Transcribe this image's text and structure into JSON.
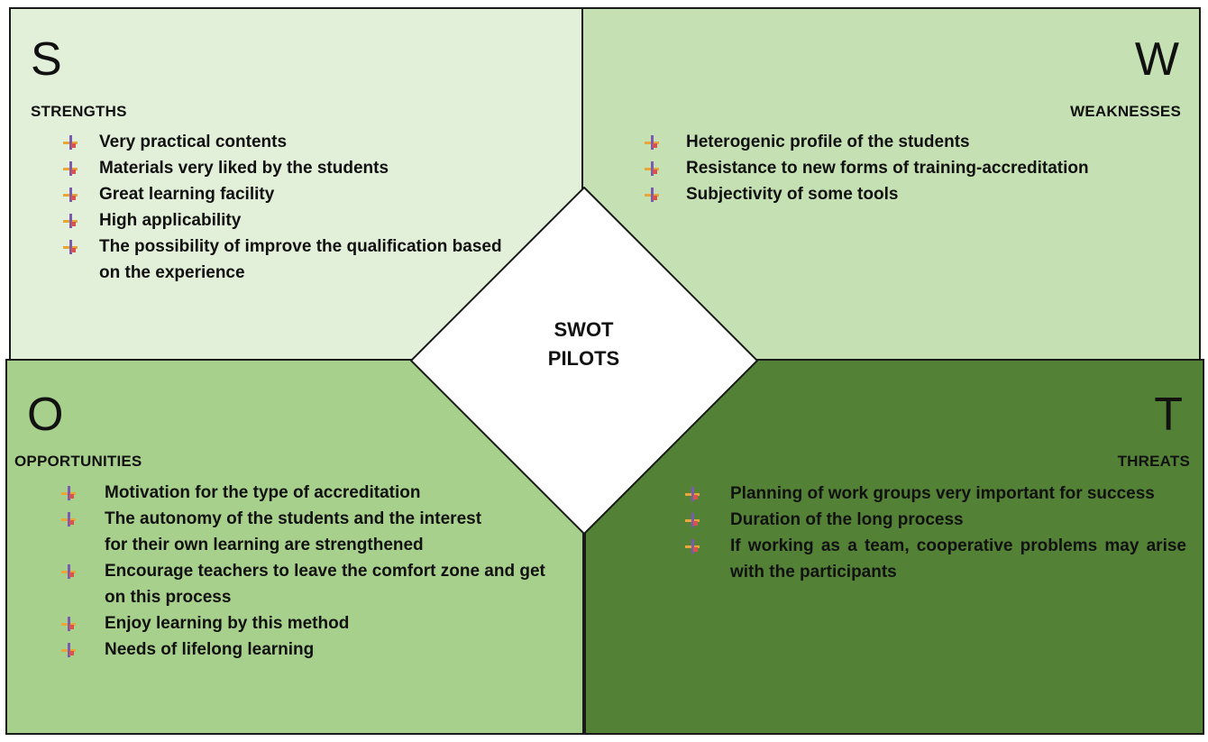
{
  "quadrants": {
    "strengths": {
      "letter": "S",
      "heading": "STRENGTHS",
      "items": [
        "Very practical contents",
        "Materials very liked by the students",
        "Great learning facility",
        "High applicability",
        "The possibility of improve the qualification based on the experience"
      ],
      "color": "#e2efd9"
    },
    "weaknesses": {
      "letter": "W",
      "heading": "WEAKNESSES",
      "items": [
        "Heterogenic profile of the students",
        "Resistance to new forms of training-accreditation",
        "Subjectivity of some tools"
      ],
      "color": "#c5e0b3"
    },
    "opportunities": {
      "letter": "O",
      "heading": "OPPORTUNITIES",
      "items": [
        "Motivation for the type of accreditation",
        "The autonomy of the students and the interest for their own learning are strengthened",
        "Encourage teachers to leave the comfort zone and get on this process",
        "Enjoy learning by this method",
        "Needs of lifelong learning"
      ],
      "color": "#a8d08d"
    },
    "threats": {
      "letter": "T",
      "heading": "THREATS",
      "items": [
        "Planning of work groups very important for success",
        "Duration of the long process",
        "If working as a team, cooperative problems may arise with the participants"
      ],
      "color": "#538135"
    }
  },
  "center": {
    "line1": "SWOT",
    "line2": "PILOTS"
  },
  "bullet_icon": "arrow-cross-bullet-icon"
}
